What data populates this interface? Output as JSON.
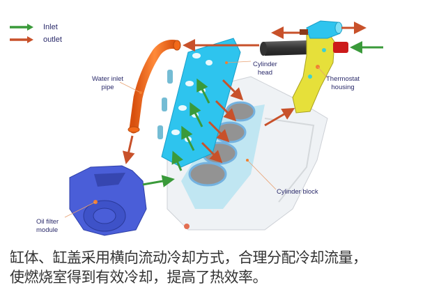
{
  "legend": {
    "items": [
      {
        "label": "Inlet",
        "color": "#3a9a3a"
      },
      {
        "label": "outlet",
        "color": "#c8512a"
      }
    ]
  },
  "labels": {
    "water_inlet_pipe": {
      "line1": "Water inlet",
      "line2": "pipe"
    },
    "cylinder_head": {
      "line1": "Cylinder",
      "line2": "head"
    },
    "thermostat_housing": {
      "line1": "Thermostat",
      "line2": "housing"
    },
    "cylinder_block": {
      "line1": "Cylinder block"
    },
    "oil_filter_module": {
      "line1": "Oil filter",
      "line2": "module"
    }
  },
  "colors": {
    "inlet_arrow": "#3a9a3a",
    "outlet_arrow": "#c8512a",
    "cylinder_head": "#2ec4ee",
    "water_pipe": "#f26a1b",
    "thermostat": "#e6e03a",
    "oil_filter": "#4a5ed8",
    "block": "#e8ecf0",
    "label_text": "#2a2a6a"
  },
  "caption": {
    "line1": "缸体、缸盖采用横向流动冷却方式，合理分配冷却流量，",
    "line2": "使燃烧室得到有效冷却，提高了热效率。"
  }
}
